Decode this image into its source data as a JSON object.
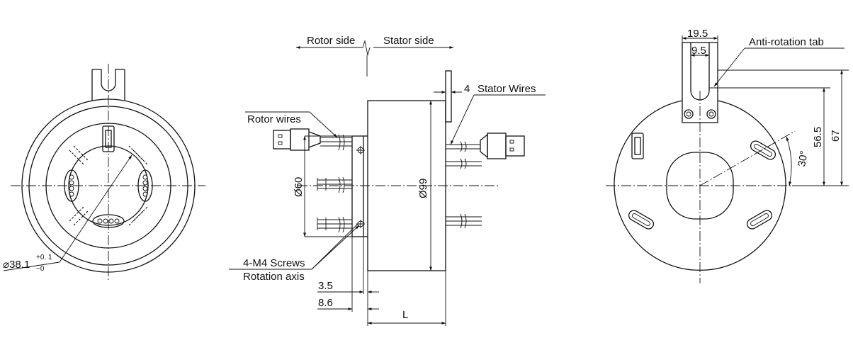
{
  "drawing": {
    "section_labels": {
      "rotor_side": "Rotor side",
      "stator_side": "Stator  side"
    },
    "callouts": {
      "stator_wires": "Stator Wires",
      "rotor_wires": "Rotor wires",
      "screws": "4-M4 Screws",
      "rotation_axis": "Rotation axis",
      "anti_rotation_tab": "Anti-rotation tab"
    },
    "dimensions": {
      "bore_symbol": "⌀38.1",
      "bore_tol_upper": "+0. 1",
      "bore_tol_lower": "−0",
      "tab_thickness": "4",
      "flange_diameter": "Ø60",
      "body_diameter": "Ø99",
      "flange_thickness": "3.5",
      "flange_offset": "8.6",
      "length": "L",
      "tab_width": "19.5",
      "slot_width": "9.5",
      "slot_height": "56.5",
      "tab_height": "67",
      "angle": "30°"
    }
  }
}
